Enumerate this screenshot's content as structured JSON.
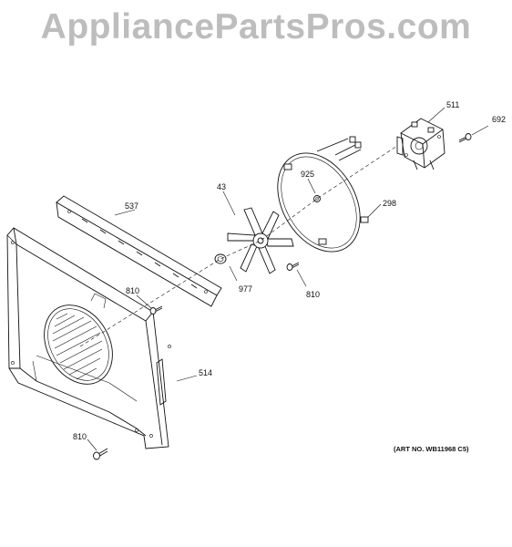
{
  "watermark": "AppliancePartsPros.com",
  "art_number": "(ART NO. WB11968 C5)",
  "callouts": {
    "p537": "537",
    "p43": "43",
    "p925": "925",
    "p511": "511",
    "p692": "692",
    "p298": "298",
    "p977": "977",
    "p810_top": "810",
    "p810_mid": "810",
    "p514": "514",
    "p810_bottom": "810"
  }
}
